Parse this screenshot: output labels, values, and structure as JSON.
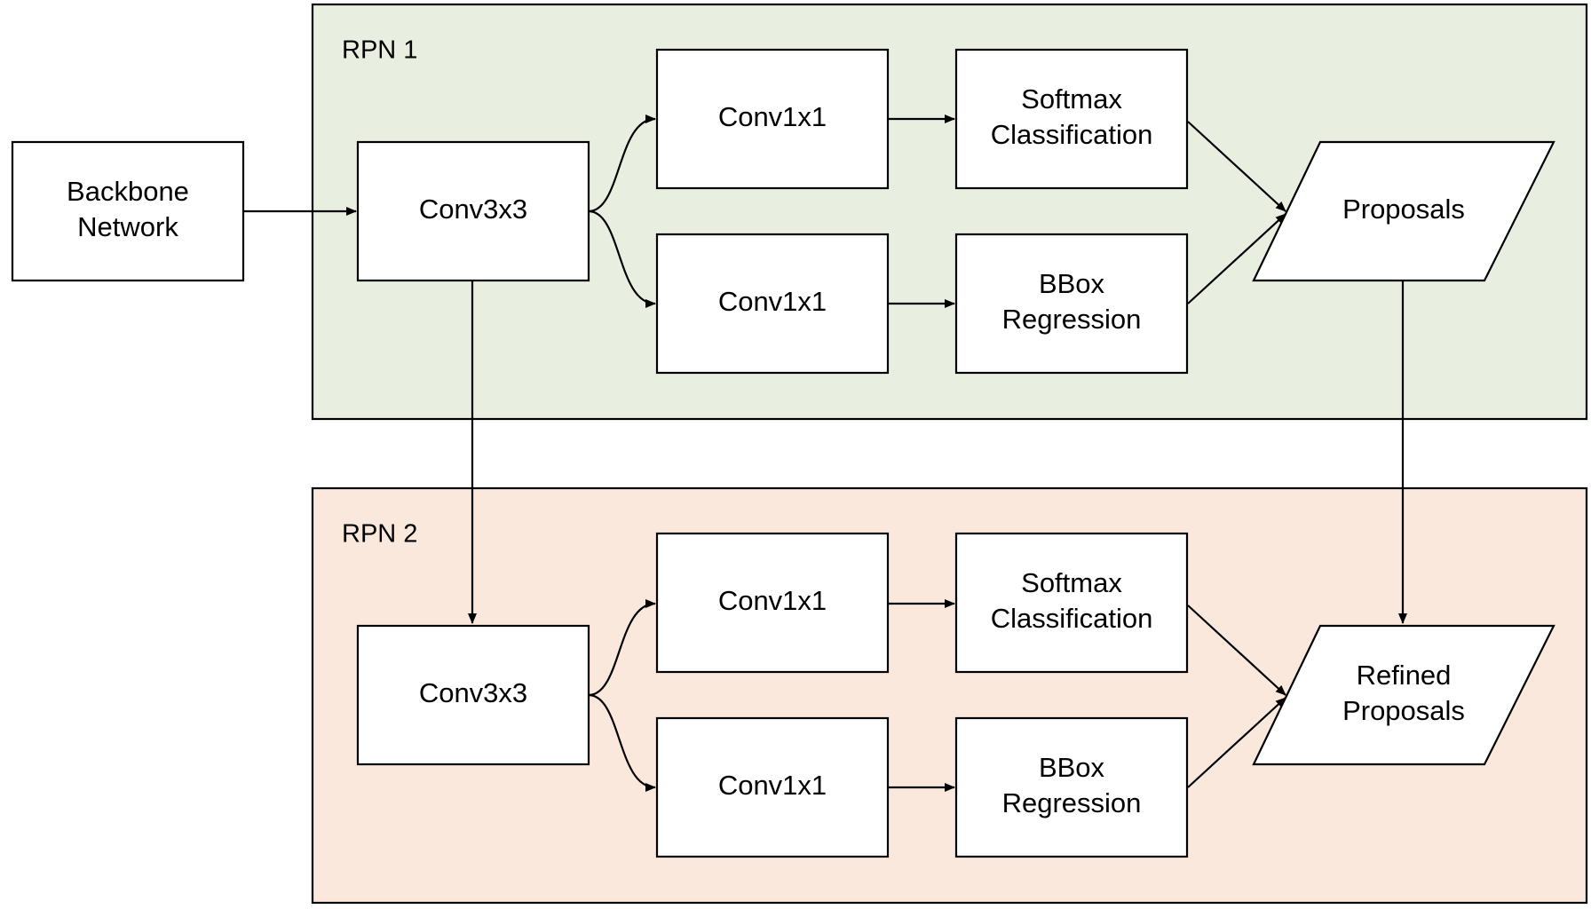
{
  "diagram": {
    "panels": {
      "rpn1": {
        "label": "RPN 1",
        "color": "#e9efe0"
      },
      "rpn2": {
        "label": "RPN 2",
        "color": "#fbe8dd"
      }
    },
    "nodes": {
      "backbone": [
        "Backbone",
        "Network"
      ],
      "rpn1_conv3": [
        "Conv3x3"
      ],
      "rpn1_conv1a": [
        "Conv1x1"
      ],
      "rpn1_conv1b": [
        "Conv1x1"
      ],
      "rpn1_softmax": [
        "Softmax",
        "Classification"
      ],
      "rpn1_bbox": [
        "BBox",
        "Regression"
      ],
      "rpn1_proposals": [
        "Proposals"
      ],
      "rpn2_conv3": [
        "Conv3x3"
      ],
      "rpn2_conv1a": [
        "Conv1x1"
      ],
      "rpn2_conv1b": [
        "Conv1x1"
      ],
      "rpn2_softmax": [
        "Softmax",
        "Classification"
      ],
      "rpn2_bbox": [
        "BBox",
        "Regression"
      ],
      "rpn2_proposals": [
        "Refined",
        "Proposals"
      ]
    }
  }
}
